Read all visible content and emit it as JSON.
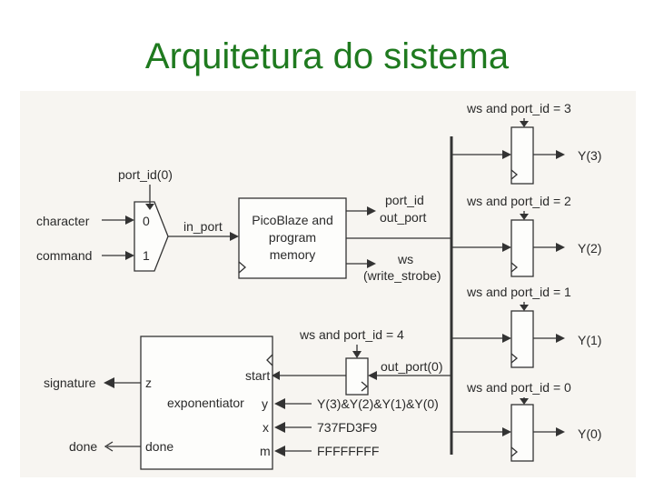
{
  "slide": {
    "title": "Arquitetura do sistema"
  },
  "labels": {
    "port_id0": "port_id(0)",
    "character": "character",
    "command": "command",
    "mux0": "0",
    "mux1": "1",
    "in_port": "in_port",
    "cpu_line1": "PicoBlaze and",
    "cpu_line2": "program",
    "cpu_line3": "memory",
    "port_id": "port_id",
    "out_port": "out_port",
    "ws": "ws",
    "write_strobe": "(write_strobe)",
    "reg3_en": "ws and port_id = 3",
    "reg2_en": "ws and port_id = 2",
    "reg1_en": "ws and port_id = 1",
    "reg0_en": "ws and port_id = 0",
    "reg4_en": "ws and port_id = 4",
    "y3": "Y(3)",
    "y2": "Y(2)",
    "y1": "Y(1)",
    "y0": "Y(0)",
    "out_port0": "out_port(0)",
    "exp_name": "exponentiator",
    "start": "start",
    "z": "z",
    "y": "y",
    "x": "x",
    "m": "m",
    "done_pin": "done",
    "signature": "signature",
    "done_out": "done",
    "y_in": "Y(3)&Y(2)&Y(1)&Y(0)",
    "x_in": "737FD3F9",
    "m_in": "FFFFFFFF"
  }
}
